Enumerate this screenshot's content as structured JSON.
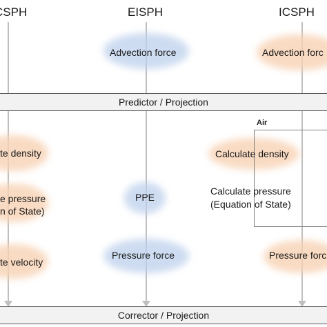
{
  "columns": {
    "left": {
      "title": "CSPH"
    },
    "middle": {
      "title": "EISPH"
    },
    "right": {
      "title": "ICSPH"
    }
  },
  "bands": {
    "predictor": "Predictor / Projection",
    "corrector": "Corrector / Projection"
  },
  "left_steps": {
    "density": "te density",
    "pressure_line1": "e pressure",
    "pressure_line2": "n of State)",
    "velocity": "te velocity"
  },
  "middle_steps": {
    "advection": "Advection force",
    "ppe": "PPE",
    "pressure_force": "Pressure force"
  },
  "right_steps": {
    "advection": "Advection forc",
    "air_label": "Air",
    "density": "Calculate density",
    "pressure_line1": "Calculate pressure",
    "pressure_line2": "(Equation of State)",
    "pressure_force": "Pressure forc"
  },
  "colors": {
    "eisph_highlight": "#bed0ec",
    "icsph_highlight": "#f8d2b4",
    "band_fill": "#f2f2f2",
    "flow_line": "#bfbfbf"
  }
}
